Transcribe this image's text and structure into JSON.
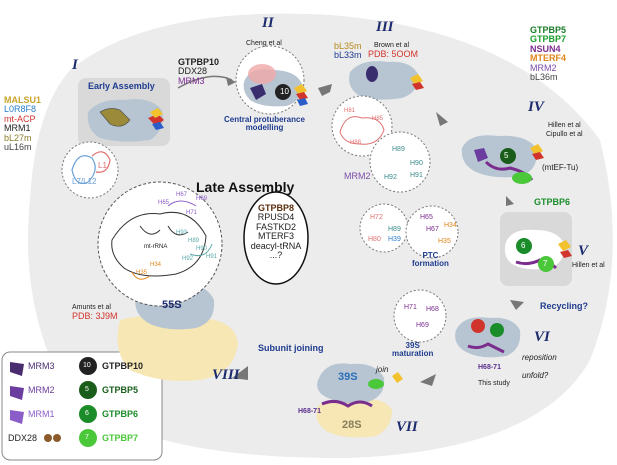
{
  "stages": {
    "I": {
      "numeral": "I",
      "title": "Early Assembly",
      "factors": [
        {
          "text": "MALSU1",
          "color": "#c9a42a"
        },
        {
          "text": "L0R8F8",
          "color": "#2a7dc9"
        },
        {
          "text": "mt-ACP",
          "color": "#d1342c"
        },
        {
          "text": "MRM1",
          "color": "#222222"
        },
        {
          "text": "bL27m",
          "color": "#8a7d2a"
        },
        {
          "text": "uL16m",
          "color": "#444444"
        }
      ],
      "rrna": {
        "l1": "L1",
        "l7": "L7/L12"
      }
    },
    "II": {
      "numeral": "II",
      "factors": [
        {
          "text": "GTPBP10",
          "color": "#222222",
          "bold": true
        },
        {
          "text": "DDX28",
          "color": "#222222"
        },
        {
          "text": "MRM3",
          "color": "#7b2d8e"
        }
      ],
      "ref": "Cheng et al",
      "caption": "Central protuberance\nmodelling",
      "badge": "10"
    },
    "III": {
      "numeral": "III",
      "ref": "Brown et al",
      "pdb": "PDB: 5OOM",
      "factors": [
        {
          "text": "bL35m",
          "color": "#b58a1a"
        },
        {
          "text": "bL33m",
          "color": "#1f3b8f"
        }
      ],
      "helices": {
        "h81": "H81",
        "h85": "H85",
        "h88": "H88"
      }
    },
    "IV": {
      "numeral": "IV",
      "ref1": "Hillen et al",
      "ref2": "Cipullo et al",
      "tu": "(mtEF-Tu)",
      "factors": [
        {
          "text": "GTPBP5",
          "color": "#1a7d2a"
        },
        {
          "text": "GTPBP7",
          "color": "#1a9d2a"
        },
        {
          "text": "NSUN4",
          "color": "#7b2d8e"
        },
        {
          "text": "MTERF4",
          "color": "#e0851a"
        },
        {
          "text": "MRM2",
          "color": "#7b4da8"
        },
        {
          "text": "bL36m",
          "color": "#444444"
        }
      ],
      "badge": "5",
      "next": "GTPBP6"
    },
    "V": {
      "numeral": "V",
      "ref": "Hillen et al",
      "badge6": "6",
      "badge7": "7"
    },
    "VI": {
      "numeral": "VI",
      "recycling": "Recycling?",
      "reposition": "reposition",
      "unfold": "unfold?",
      "helix": "H68-71",
      "study": "This study"
    },
    "VII": {
      "numeral": "VII",
      "title": "Subunit joining",
      "small": "39S",
      "large": "28S",
      "helix": "H68-71",
      "join": "join"
    },
    "VIII": {
      "numeral": "VIII",
      "ref": "Amunts et al",
      "pdb": "PDB: 3J9M",
      "particle": "55S"
    }
  },
  "center": {
    "title": "Late Assembly",
    "factors": [
      "GTPBP8",
      "RPUSD4",
      "FASTKD2",
      "MTERF3",
      "deacyl-tRNA",
      "...?"
    ],
    "mrm2": "MRM2",
    "ptc": "PTC\nformation",
    "maturation": "39S\nmaturation",
    "helices1": {
      "h89": "H89",
      "h90": "H90",
      "h91": "H91",
      "h92": "H92"
    },
    "helices2": {
      "h72": "H72",
      "h89": "H89",
      "h80": "H80",
      "h39": "H39"
    },
    "helices3": {
      "h65": "H65",
      "h34": "H34",
      "h67": "H67",
      "h35": "H35"
    },
    "helices4": {
      "h71": "H71",
      "h68": "H68",
      "h69": "H69"
    }
  },
  "rrna_big": {
    "label": "mt-rRNA",
    "h65": "H65",
    "h67": "H67",
    "h69": "H69",
    "h71": "H71",
    "h34": "H34",
    "h35": "H35",
    "h89": "H89",
    "h90": "H90",
    "h91": "H91",
    "h92": "H92",
    "h93": "H93"
  },
  "legend": [
    {
      "name": "MRM3",
      "badge": "10",
      "badge_name": "GTPBP10",
      "color": "#4a2d6e",
      "badge_color": "#222222"
    },
    {
      "name": "MRM2",
      "badge": "5",
      "badge_name": "GTPBP5",
      "color": "#6b3d9e",
      "badge_color": "#1a5d1a"
    },
    {
      "name": "MRM1",
      "badge": "6",
      "badge_name": "GTPBP6",
      "color": "#8b5dc8",
      "badge_color": "#1a8d2a"
    },
    {
      "name": "DDX28",
      "badge": "7",
      "badge_name": "GTPBP7",
      "color": "#8b5a2b",
      "badge_color": "#4ac83a"
    }
  ]
}
